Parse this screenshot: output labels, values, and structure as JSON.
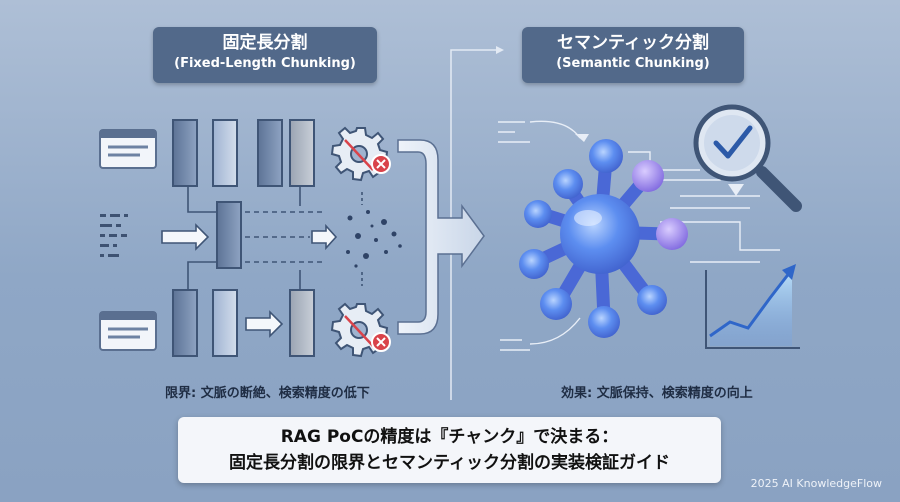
{
  "left_section": {
    "title_ja": "固定長分割",
    "title_en": "(Fixed-Length Chunking)",
    "caption": "限界: 文脈の断絶、検索精度の低下"
  },
  "right_section": {
    "title_ja": "セマンティック分割",
    "title_en": "(Semantic Chunking)",
    "caption": "効果: 文脈保持、検索精度の向上"
  },
  "banner": {
    "line1": "RAG PoCの精度は『チャンク』で決まる：",
    "line2": "固定長分割の限界とセマンティック分割の実装検証ガイド"
  },
  "footer": {
    "copyright": "2025 AI KnowledgeFlow"
  },
  "icons": {
    "gear": "gear-error-icon",
    "magnifier": "magnifier-check-icon",
    "document": "document-icon",
    "growth_chart": "growth-chart-icon"
  },
  "colors": {
    "background": "#9fb3cf",
    "pill": "#52698a",
    "error_red": "#d9434a",
    "blob_blue": "#4f7fe8",
    "blob_violet": "#8f7ae8"
  }
}
